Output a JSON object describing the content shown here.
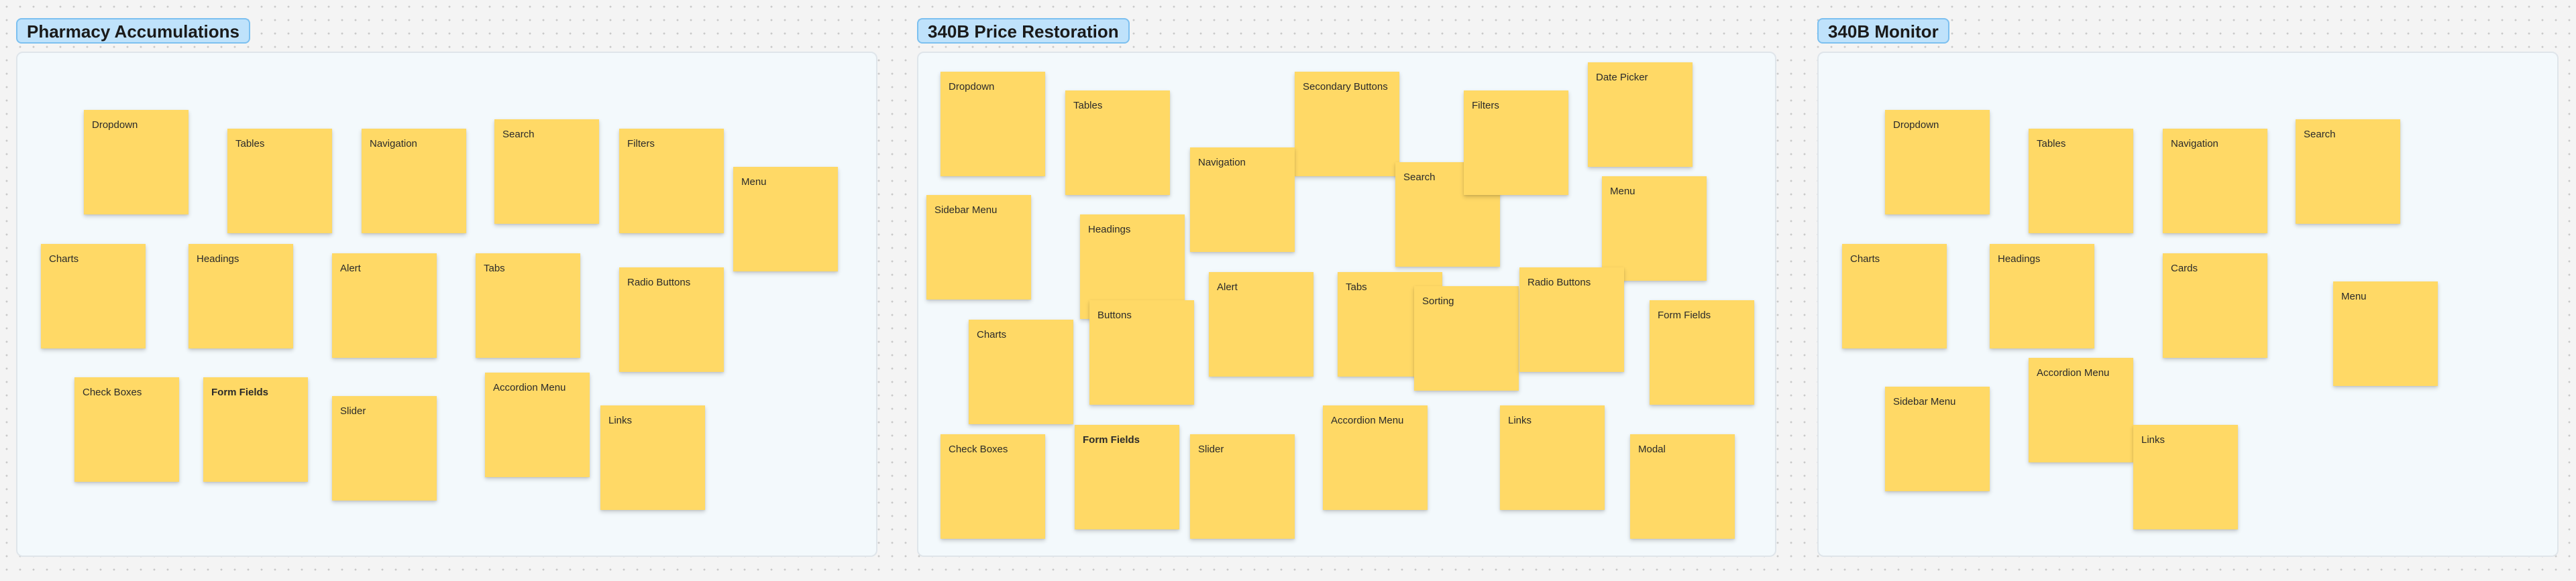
{
  "sections": [
    {
      "title": "Pharmacy Accumulations",
      "notes": [
        "Dropdown",
        "Tables",
        "Navigation",
        "Search",
        "Filters",
        "Menu",
        "Charts",
        "Headings",
        "Alert",
        "Tabs",
        "Radio Buttons",
        "Check Boxes",
        "Form Fields",
        "Slider",
        "Accordion Menu",
        "Links"
      ]
    },
    {
      "title": "340B Price Restoration",
      "notes": [
        "Dropdown",
        "Tables",
        "Secondary Buttons",
        "Filters",
        "Date Picker",
        "Navigation",
        "Search",
        "Menu",
        "Sidebar Menu",
        "Headings",
        "Buttons",
        "Alert",
        "Tabs",
        "Sorting",
        "Radio Buttons",
        "Form Fields",
        "Charts",
        "Check Boxes",
        "Form Fields",
        "Slider",
        "Accordion Menu",
        "Links",
        "Modal"
      ]
    },
    {
      "title": "340B Monitor",
      "notes": [
        "Dropdown",
        "Tables",
        "Navigation",
        "Search",
        "Charts",
        "Headings",
        "Cards",
        "Menu",
        "Sidebar Menu",
        "Accordion Menu",
        "Links"
      ]
    }
  ],
  "colors": {
    "sticky_note": "#ffd966",
    "section_title_bg": "#bfe2fb",
    "section_title_border": "#7cc0f0",
    "section_frame_bg": "#f3f9fc"
  }
}
